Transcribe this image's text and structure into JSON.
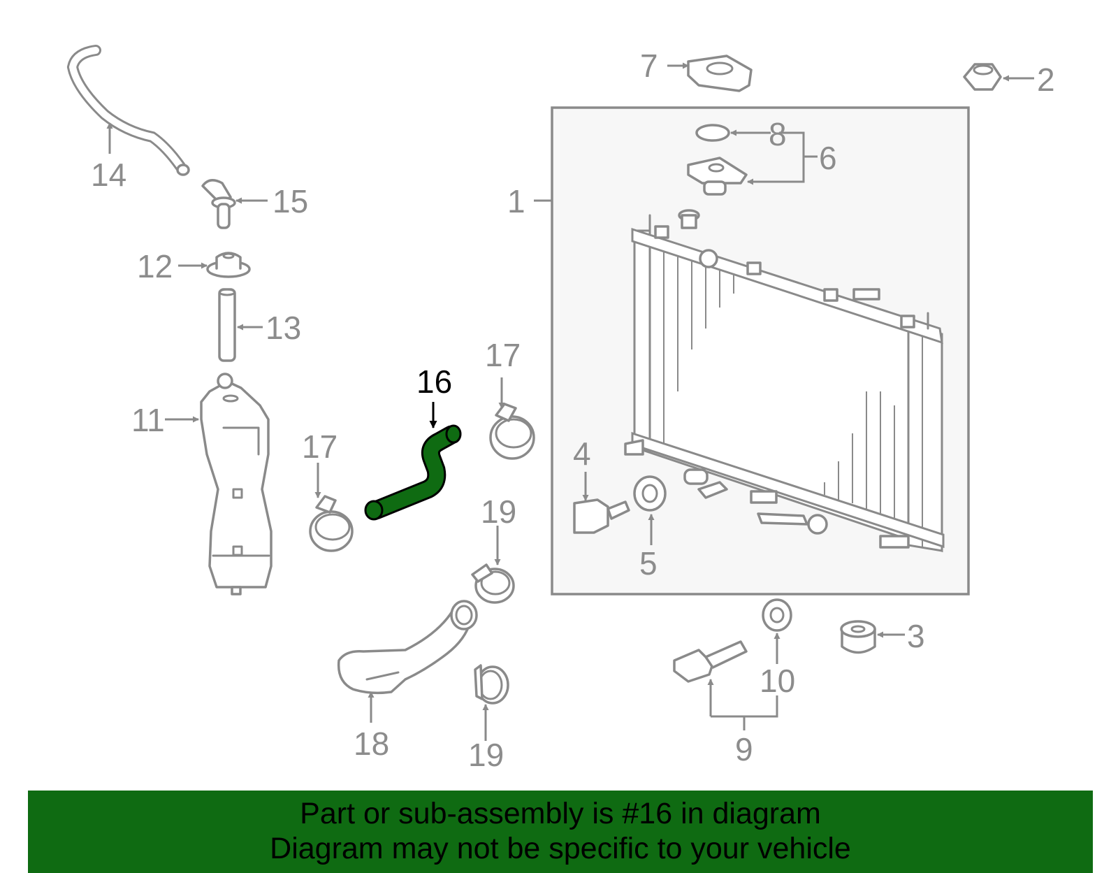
{
  "diagram": {
    "labels": {
      "p1": "1",
      "p2": "2",
      "p3": "3",
      "p4": "4",
      "p5": "5",
      "p6": "6",
      "p7": "7",
      "p8": "8",
      "p9": "9",
      "p10": "10",
      "p11": "11",
      "p12": "12",
      "p13": "13",
      "p14": "14",
      "p15": "15",
      "p16": "16",
      "p17a": "17",
      "p17b": "17",
      "p18": "18",
      "p19a": "19",
      "p19b": "19"
    },
    "highlight_part": "16",
    "colors": {
      "highlight": "#0f6b12",
      "line_art": "#8a8a8a",
      "banner": "#0f6b12"
    }
  },
  "banner": {
    "line1": "Part or sub-assembly is #16 in diagram",
    "line2": "Diagram may not be specific to your vehicle"
  }
}
